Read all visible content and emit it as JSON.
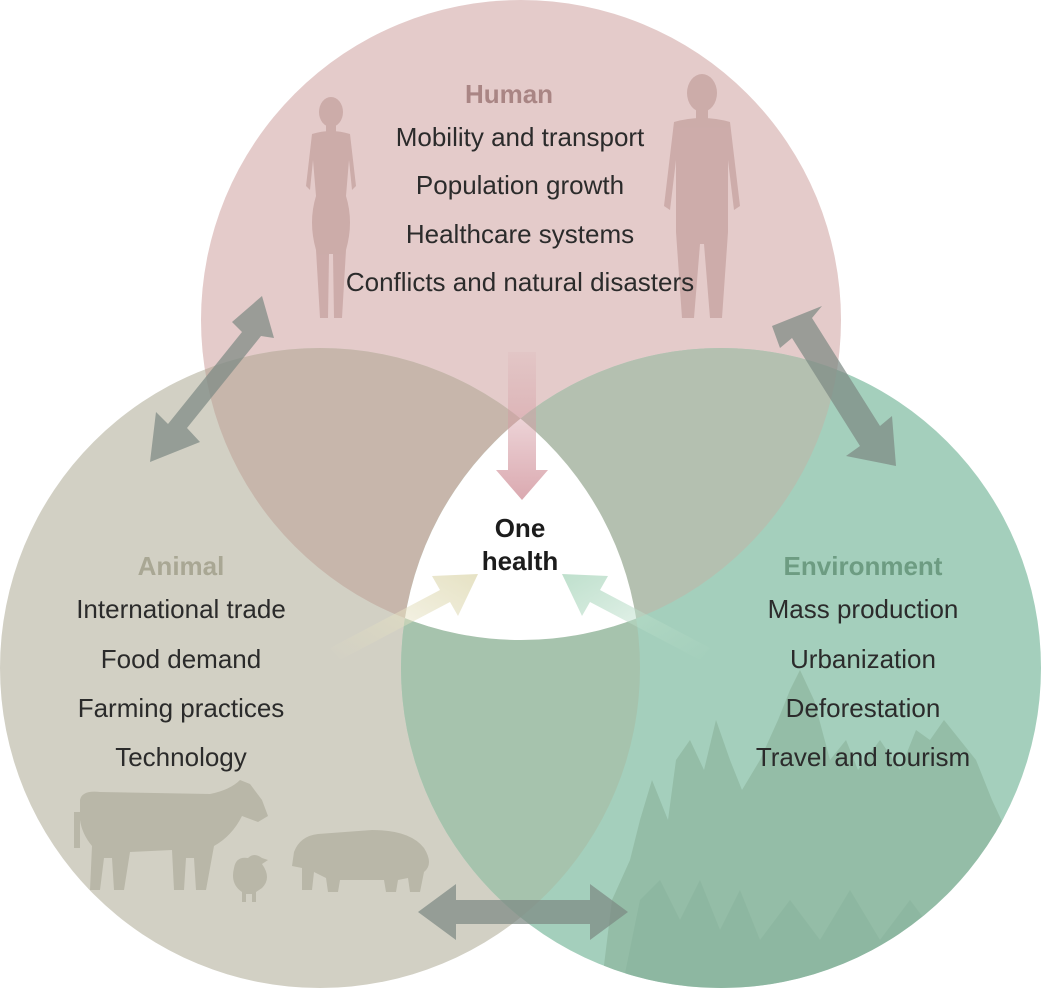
{
  "diagram": {
    "center": {
      "line1": "One",
      "line2": "health"
    },
    "human": {
      "title": "Human",
      "items": [
        "Mobility and transport",
        "Population growth",
        "Healthcare systems",
        "Conflicts and natural disasters"
      ]
    },
    "animal": {
      "title": "Animal",
      "items": [
        "International trade",
        "Food demand",
        "Farming practices",
        "Technology"
      ]
    },
    "environment": {
      "title": "Environment",
      "items": [
        "Mass production",
        "Urbanization",
        "Deforestation",
        "Travel and tourism"
      ]
    }
  },
  "colors": {
    "human_circle": "#e3c9c8",
    "animal_circle": "#d1cfc3",
    "environment_circle": "#9fccb8",
    "human_title": "#a98584",
    "animal_title": "#a9a794",
    "environment_title": "#6d9c82",
    "arrow_gray": "#7e8a84"
  }
}
